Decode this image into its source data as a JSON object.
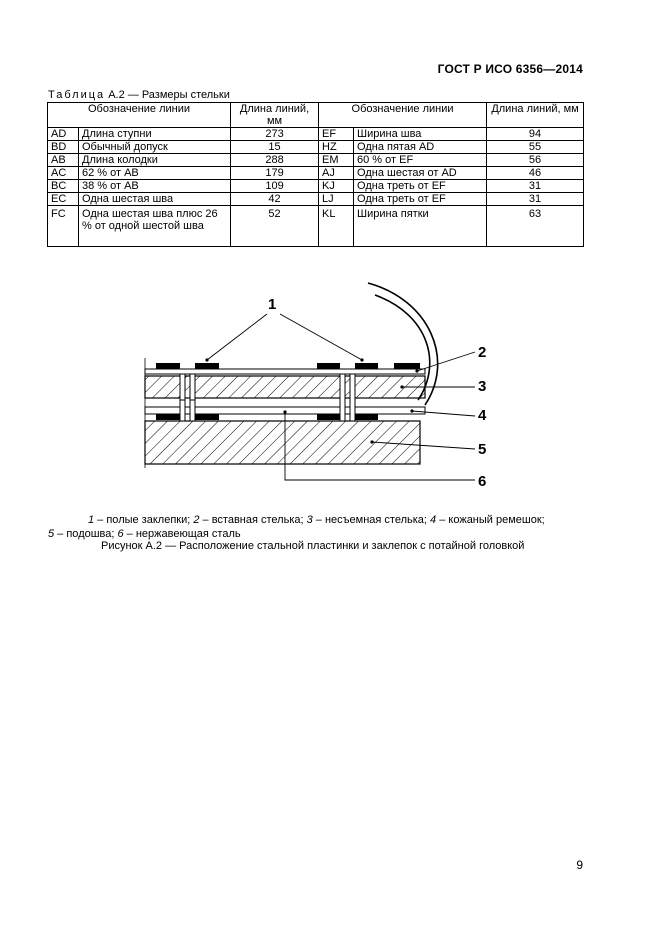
{
  "header": {
    "doc_id": "ГОСТ Р ИСО 6356—2014"
  },
  "table": {
    "caption_word": "Таблица",
    "caption_rest": " А.2 — Размеры стельки",
    "headers": {
      "line_designation": "Обозначение линии",
      "line_length": "Длина линий, мм"
    },
    "rows": [
      {
        "c1": "AD",
        "n1": "Длина ступни",
        "v1": "273",
        "c2": "EF",
        "n2": "Ширина шва",
        "v2": "94"
      },
      {
        "c1": "BD",
        "n1": "Обычный допуск",
        "v1": "15",
        "c2": "HZ",
        "n2": "Одна пятая AD",
        "v2": "55"
      },
      {
        "c1": "AB",
        "n1": "Длина колодки",
        "v1": "288",
        "c2": "EM",
        "n2": "60 % от EF",
        "v2": "56"
      },
      {
        "c1": "AC",
        "n1": "62 % от AB",
        "v1": "179",
        "c2": "AJ",
        "n2": "Одна шестая от AD",
        "v2": "46"
      },
      {
        "c1": "BC",
        "n1": "38 % от AB",
        "v1": "109",
        "c2": "KJ",
        "n2": "Одна треть от EF",
        "v2": "31"
      },
      {
        "c1": "EC",
        "n1": "Одна шестая шва",
        "v1": "42",
        "c2": "LJ",
        "n2": "Одна треть от EF",
        "v2": "31"
      },
      {
        "c1": "FC",
        "n1": "Одна шестая шва плюс 26 % от  одной шестой шва",
        "v1": "52",
        "c2": "KL",
        "n2": "Ширина пятки",
        "v2": "63"
      }
    ]
  },
  "figure": {
    "callouts": [
      "1",
      "2",
      "3",
      "4",
      "5",
      "6"
    ],
    "legend_line1": [
      {
        "num": "1",
        "text": " – полые заклепки; "
      },
      {
        "num": "2",
        "text": " – вставная стелька; "
      },
      {
        "num": "3",
        "text": " – несъемная стелька; "
      },
      {
        "num": "4",
        "text": " – кожаный ремешок;"
      }
    ],
    "legend_line2": [
      {
        "num": "5",
        "text": " – подошва; "
      },
      {
        "num": "6",
        "text": " – нержавеющая сталь"
      }
    ],
    "caption": "Рисунок А.2 — Расположение стальной пластинки и заклепок с потайной головкой"
  },
  "page_number": "9"
}
